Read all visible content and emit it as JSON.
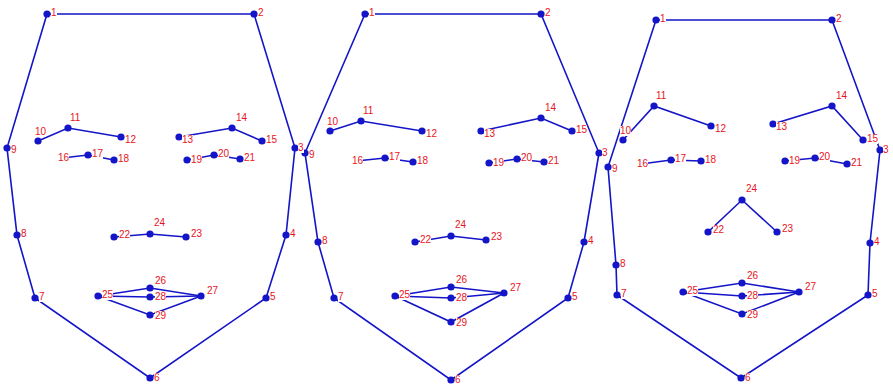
{
  "diagram": {
    "labels": [
      "1",
      "2",
      "3",
      "4",
      "5",
      "6",
      "7",
      "8",
      "9",
      "10",
      "11",
      "12",
      "13",
      "14",
      "15",
      "16",
      "17",
      "18",
      "19",
      "20",
      "21",
      "22",
      "23",
      "24",
      "25",
      "26",
      "27",
      "28",
      "29",
      "1",
      "2",
      "3",
      "4",
      "5",
      "6",
      "7",
      "8",
      "9",
      "10",
      "11",
      "12",
      "13",
      "14",
      "15",
      "16",
      "17",
      "18",
      "19",
      "20",
      "21",
      "22",
      "23",
      "24",
      "25",
      "26",
      "27",
      "28",
      "29",
      "1",
      "2",
      "3",
      "4",
      "5",
      "6",
      "7",
      "8",
      "9",
      "10",
      "11",
      "12",
      "13",
      "14",
      "15",
      "16",
      "17",
      "18",
      "19",
      "20",
      "21",
      "22",
      "23",
      "24",
      "25",
      "26",
      "27",
      "28",
      "29"
    ]
  }
}
